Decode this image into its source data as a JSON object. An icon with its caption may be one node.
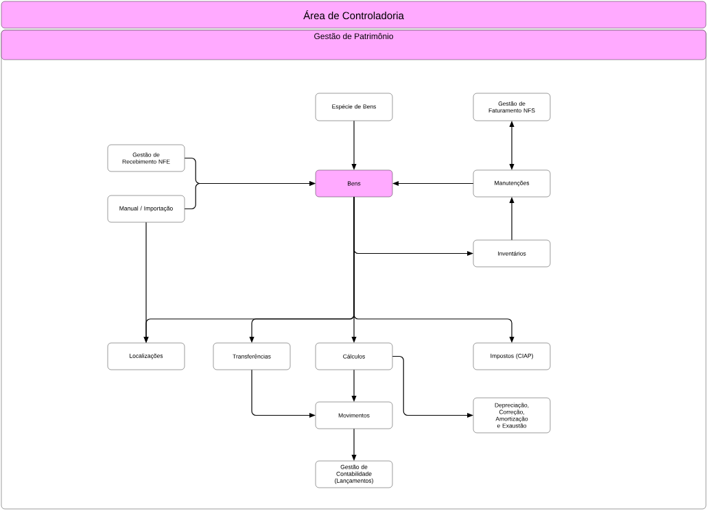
{
  "diagram": {
    "nodes": [
      {
        "text": [
          "Área de Controladoria"
        ]
      },
      {
        "text": [],
        "shape": "box"
      },
      {
        "text": [
          "Gestão de Patrimônio"
        ],
        "in": 1
      },
      {
        "text": [
          "Espécie de Bens"
        ],
        "in": 1
      },
      {
        "text": [
          "Gestão de Faturamento NFS"
        ],
        "in": 1
      },
      {
        "text": [
          "Gestão de Recebimento NFE"
        ],
        "in": 1
      },
      {
        "text": [
          "Bens"
        ],
        "in": 1
      },
      {
        "text": [
          "Manutenções"
        ],
        "in": 1
      },
      {
        "text": [
          "Manual / Importação"
        ],
        "in": 1
      },
      {
        "text": [
          "Inventários"
        ],
        "in": 1
      },
      {
        "text": [
          "Localizações"
        ],
        "in": 1
      },
      {
        "text": [
          "Transferências"
        ],
        "in": 1
      },
      {
        "text": [
          "Cálculos"
        ],
        "in": 1
      },
      {
        "text": [
          "Impostos (CIAP)"
        ],
        "in": 1
      },
      {
        "text": [
          "Depreciação, Correção, Amortização e Exaustão"
        ],
        "in": 1
      },
      {
        "text": [
          "Movimentos"
        ],
        "in": 1
      },
      {
        "text": [
          "Gestão de Contabilidade (Lançamentos)"
        ],
        "in": 1
      }
    ],
    "edges": [
      {
        "from": 3,
        "to": 6,
        "arrow": "to"
      },
      {
        "from": 7,
        "to": 4,
        "arrow": "both"
      },
      {
        "from": 5,
        "to": 6,
        "arrow": "to"
      },
      {
        "from": 8,
        "to": 6,
        "arrow": "to"
      },
      {
        "from": 7,
        "to": 6,
        "arrow": "to"
      },
      {
        "from": 9,
        "to": 7,
        "arrow": "to"
      },
      {
        "from": 6,
        "to": 9,
        "arrow": "to"
      },
      {
        "from": 6,
        "to": 10,
        "arrow": "to"
      },
      {
        "from": 8,
        "to": 10,
        "arrow": "to"
      },
      {
        "from": 6,
        "to": 11,
        "arrow": "to"
      },
      {
        "from": 6,
        "to": 12,
        "arrow": "to"
      },
      {
        "from": 6,
        "to": 13,
        "arrow": "to"
      },
      {
        "from": 11,
        "to": 15,
        "arrow": "to"
      },
      {
        "from": 12,
        "to": 15,
        "arrow": "to"
      },
      {
        "from": 12,
        "to": 14,
        "arrow": "to"
      },
      {
        "from": 15,
        "to": 16,
        "arrow": "to"
      }
    ]
  }
}
